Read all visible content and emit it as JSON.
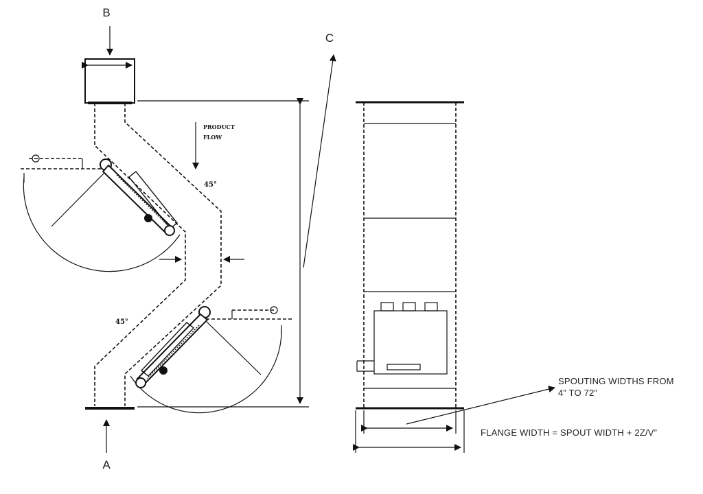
{
  "labels": {
    "a": "A",
    "b": "B",
    "c": "C",
    "product_flow_line1": "PRODUCT",
    "product_flow_line2": "FLOW",
    "angle_upper": "45°",
    "angle_lower": "45°",
    "note_spouting_line1": "SPOUTING WIDTHS FROM",
    "note_spouting_line2": "4” TO 72”",
    "note_flange": "FLANGE WIDTH = SPOUT WIDTH + 2Z/V”"
  }
}
